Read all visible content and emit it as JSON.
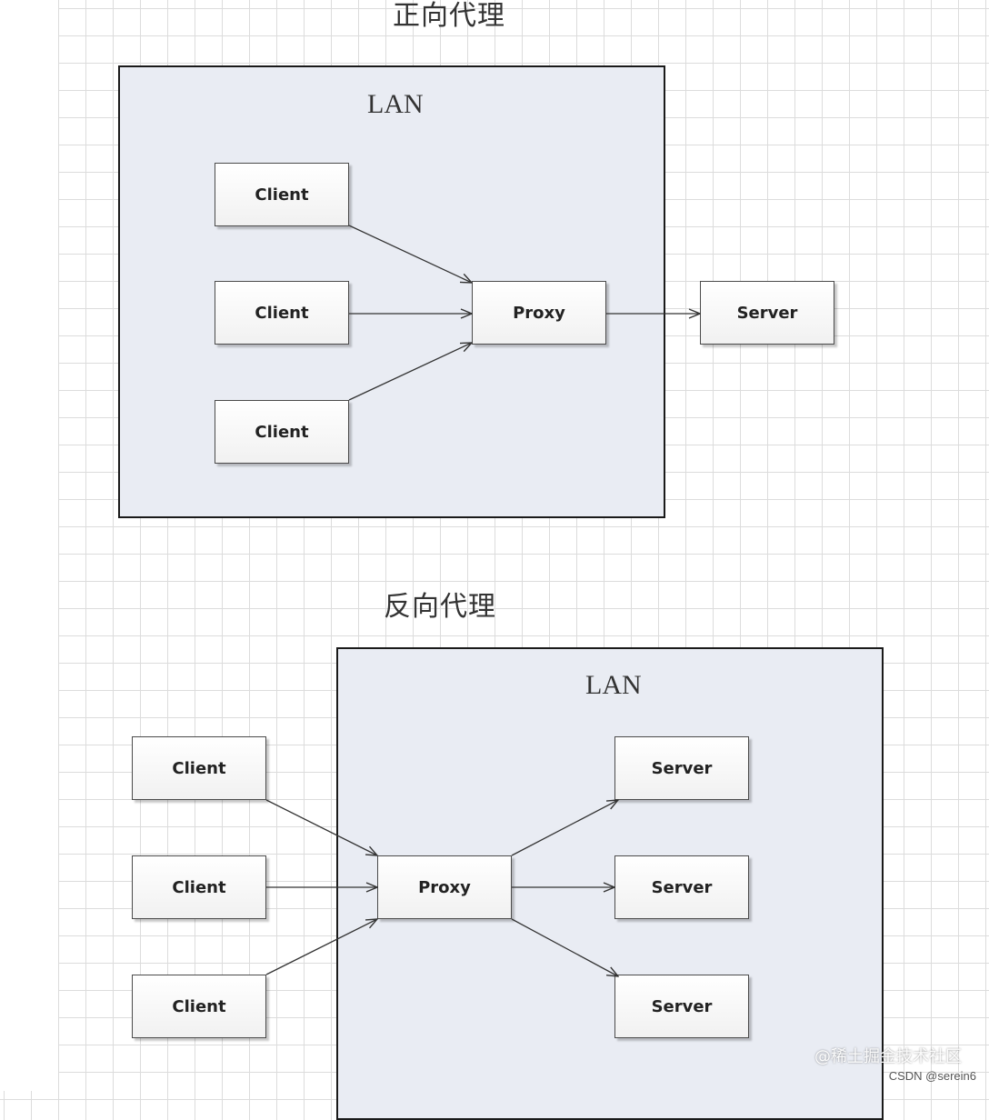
{
  "forward": {
    "title": "正向代理",
    "lan_label": "LAN",
    "clients": [
      "Client",
      "Client",
      "Client"
    ],
    "proxy": "Proxy",
    "server": "Server"
  },
  "reverse": {
    "title": "反向代理",
    "lan_label": "LAN",
    "clients": [
      "Client",
      "Client",
      "Client"
    ],
    "proxy": "Proxy",
    "servers": [
      "Server",
      "Server",
      "Server"
    ]
  },
  "watermark": {
    "site": "@稀土掘金技术社区",
    "author": "CSDN @serein6"
  },
  "colors": {
    "lan_fill": "#e9ecf3",
    "lan_border": "#1a1a1a",
    "grid": "#dcdcdc",
    "arrow": "#333333"
  }
}
